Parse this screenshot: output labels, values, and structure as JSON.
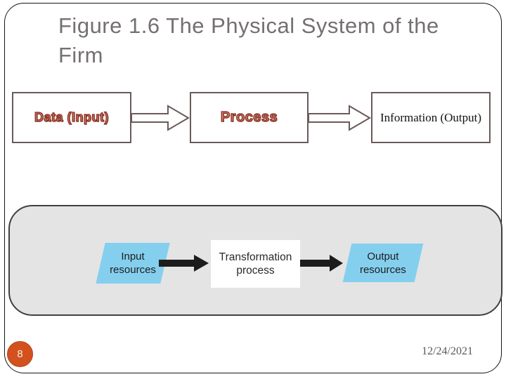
{
  "slide": {
    "title": "Figure 1.6 The Physical System of the Firm",
    "page_number": "8",
    "date": "12/24/2021"
  },
  "flow_diagram": {
    "boxes": [
      {
        "label": "Data (Input)"
      },
      {
        "label": "Process"
      },
      {
        "label": "Information (Output)"
      }
    ],
    "arrow_style": "outlined-right-arrow"
  },
  "physical_system_figure": {
    "steps": [
      {
        "label": "Input resources",
        "shape": "parallelogram"
      },
      {
        "label": "Transformation process",
        "shape": "rectangle"
      },
      {
        "label": "Output resources",
        "shape": "parallelogram"
      }
    ],
    "arrow_style": "solid-black-right-arrow"
  },
  "colors": {
    "title_text": "#757070",
    "box_border": "#6b5a5a",
    "wordart_red": "#86291b",
    "panel_fill": "#e4e4e4",
    "panel_border": "#404040",
    "parallelogram_fill": "#85cfee",
    "arrow_black": "#1c1c1c",
    "page_badge_fill": "#d2511f",
    "page_badge_text": "#f6ecd0",
    "date_text": "#595959"
  }
}
